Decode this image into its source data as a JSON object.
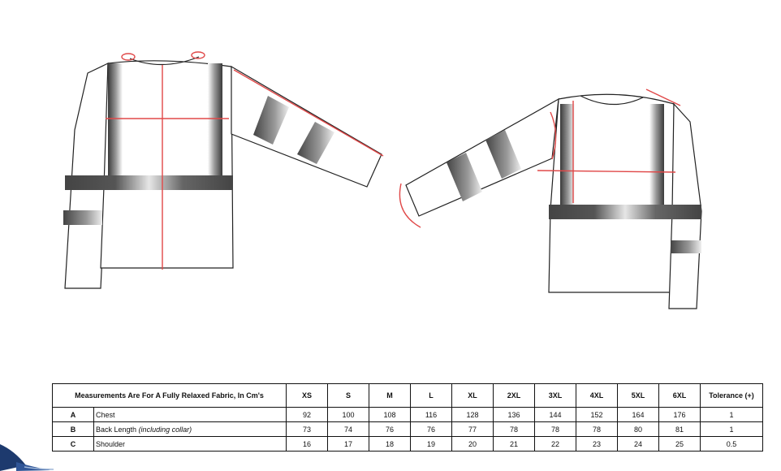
{
  "table": {
    "caption": "Measurements Are For A Fully Relaxed Fabric, In Cm's",
    "sizes": [
      "XS",
      "S",
      "M",
      "L",
      "XL",
      "2XL",
      "3XL",
      "4XL",
      "5XL",
      "6XL"
    ],
    "tolerance_header": "Tolerance (+)",
    "rows": [
      {
        "code": "A",
        "label": "Chest",
        "note": "",
        "values": [
          "92",
          "100",
          "108",
          "116",
          "128",
          "136",
          "144",
          "152",
          "164",
          "176"
        ],
        "tolerance": "1"
      },
      {
        "code": "B",
        "label": "Back Length",
        "note": "(including collar)",
        "values": [
          "73",
          "74",
          "76",
          "76",
          "77",
          "78",
          "78",
          "78",
          "80",
          "81"
        ],
        "tolerance": "1"
      },
      {
        "code": "C",
        "label": "Shoulder",
        "note": "",
        "values": [
          "16",
          "17",
          "18",
          "19",
          "20",
          "21",
          "22",
          "23",
          "24",
          "25"
        ],
        "tolerance": "0.5"
      }
    ]
  },
  "colors": {
    "measure_arrow": "#e04848",
    "reflective_tape": "#5a5a5a",
    "garment_outline": "#222222",
    "logo": "#1d3a6e"
  }
}
